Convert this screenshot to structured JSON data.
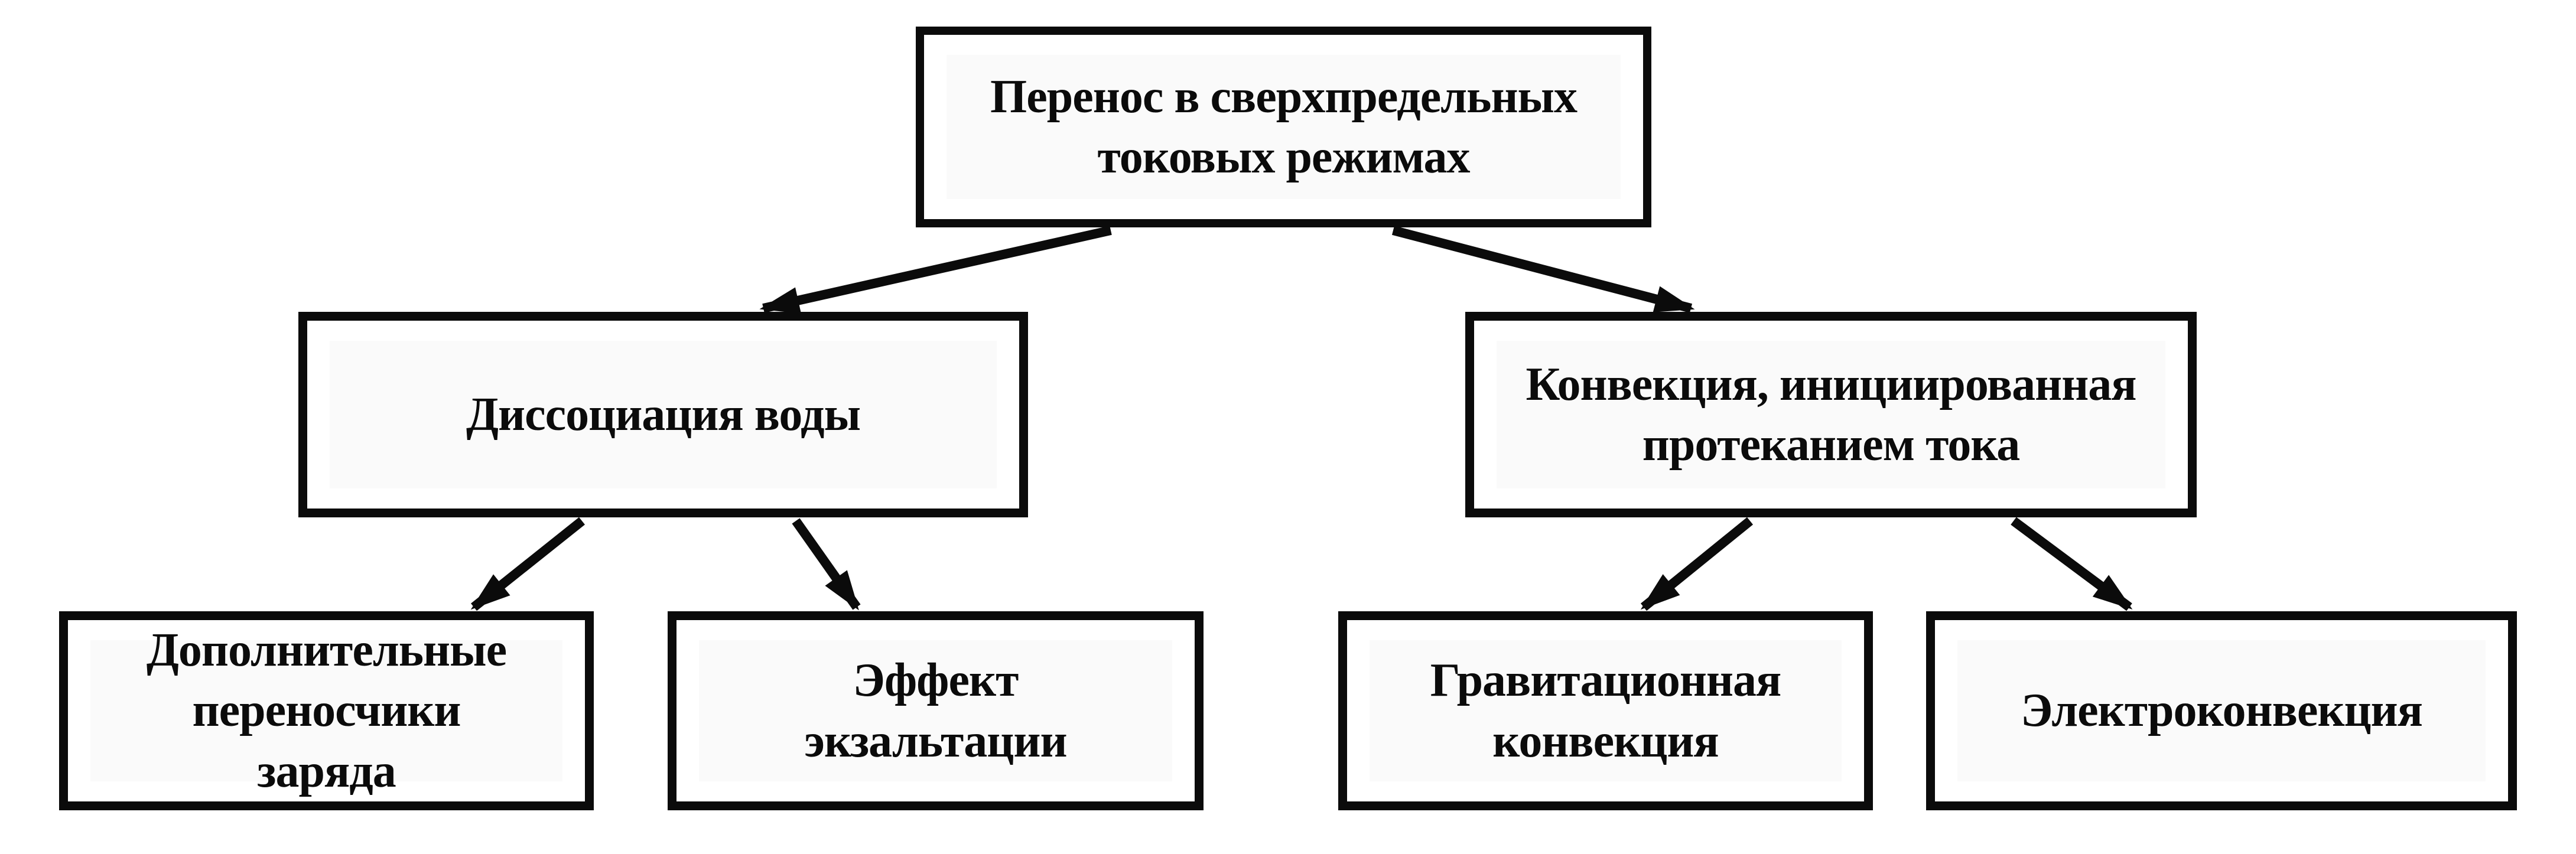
{
  "diagram": {
    "background_color": "#ffffff",
    "box_border_color": "#0b0b0b",
    "text_color": "#0b0b0b",
    "nodes": {
      "root": {
        "label": "Перенос в сверхпредельных\nтоковых режимах"
      },
      "water_dissociation": {
        "label": "Диссоциация воды"
      },
      "current_convection": {
        "label": "Конвекция, инициированная\nпротеканием тока"
      },
      "charge_carriers": {
        "label": "Дополнительные\nпереносчики\nзаряда"
      },
      "exaltation_effect": {
        "label": "Эффект\nэкзальтации"
      },
      "gravitational_convection": {
        "label": "Гравитационная\nконвекция"
      },
      "electroconvection": {
        "label": "Электроконвекция"
      }
    },
    "edges": [
      {
        "from": "root",
        "to": "water_dissociation"
      },
      {
        "from": "root",
        "to": "current_convection"
      },
      {
        "from": "water_dissociation",
        "to": "charge_carriers"
      },
      {
        "from": "water_dissociation",
        "to": "exaltation_effect"
      },
      {
        "from": "current_convection",
        "to": "gravitational_convection"
      },
      {
        "from": "current_convection",
        "to": "electroconvection"
      }
    ]
  }
}
